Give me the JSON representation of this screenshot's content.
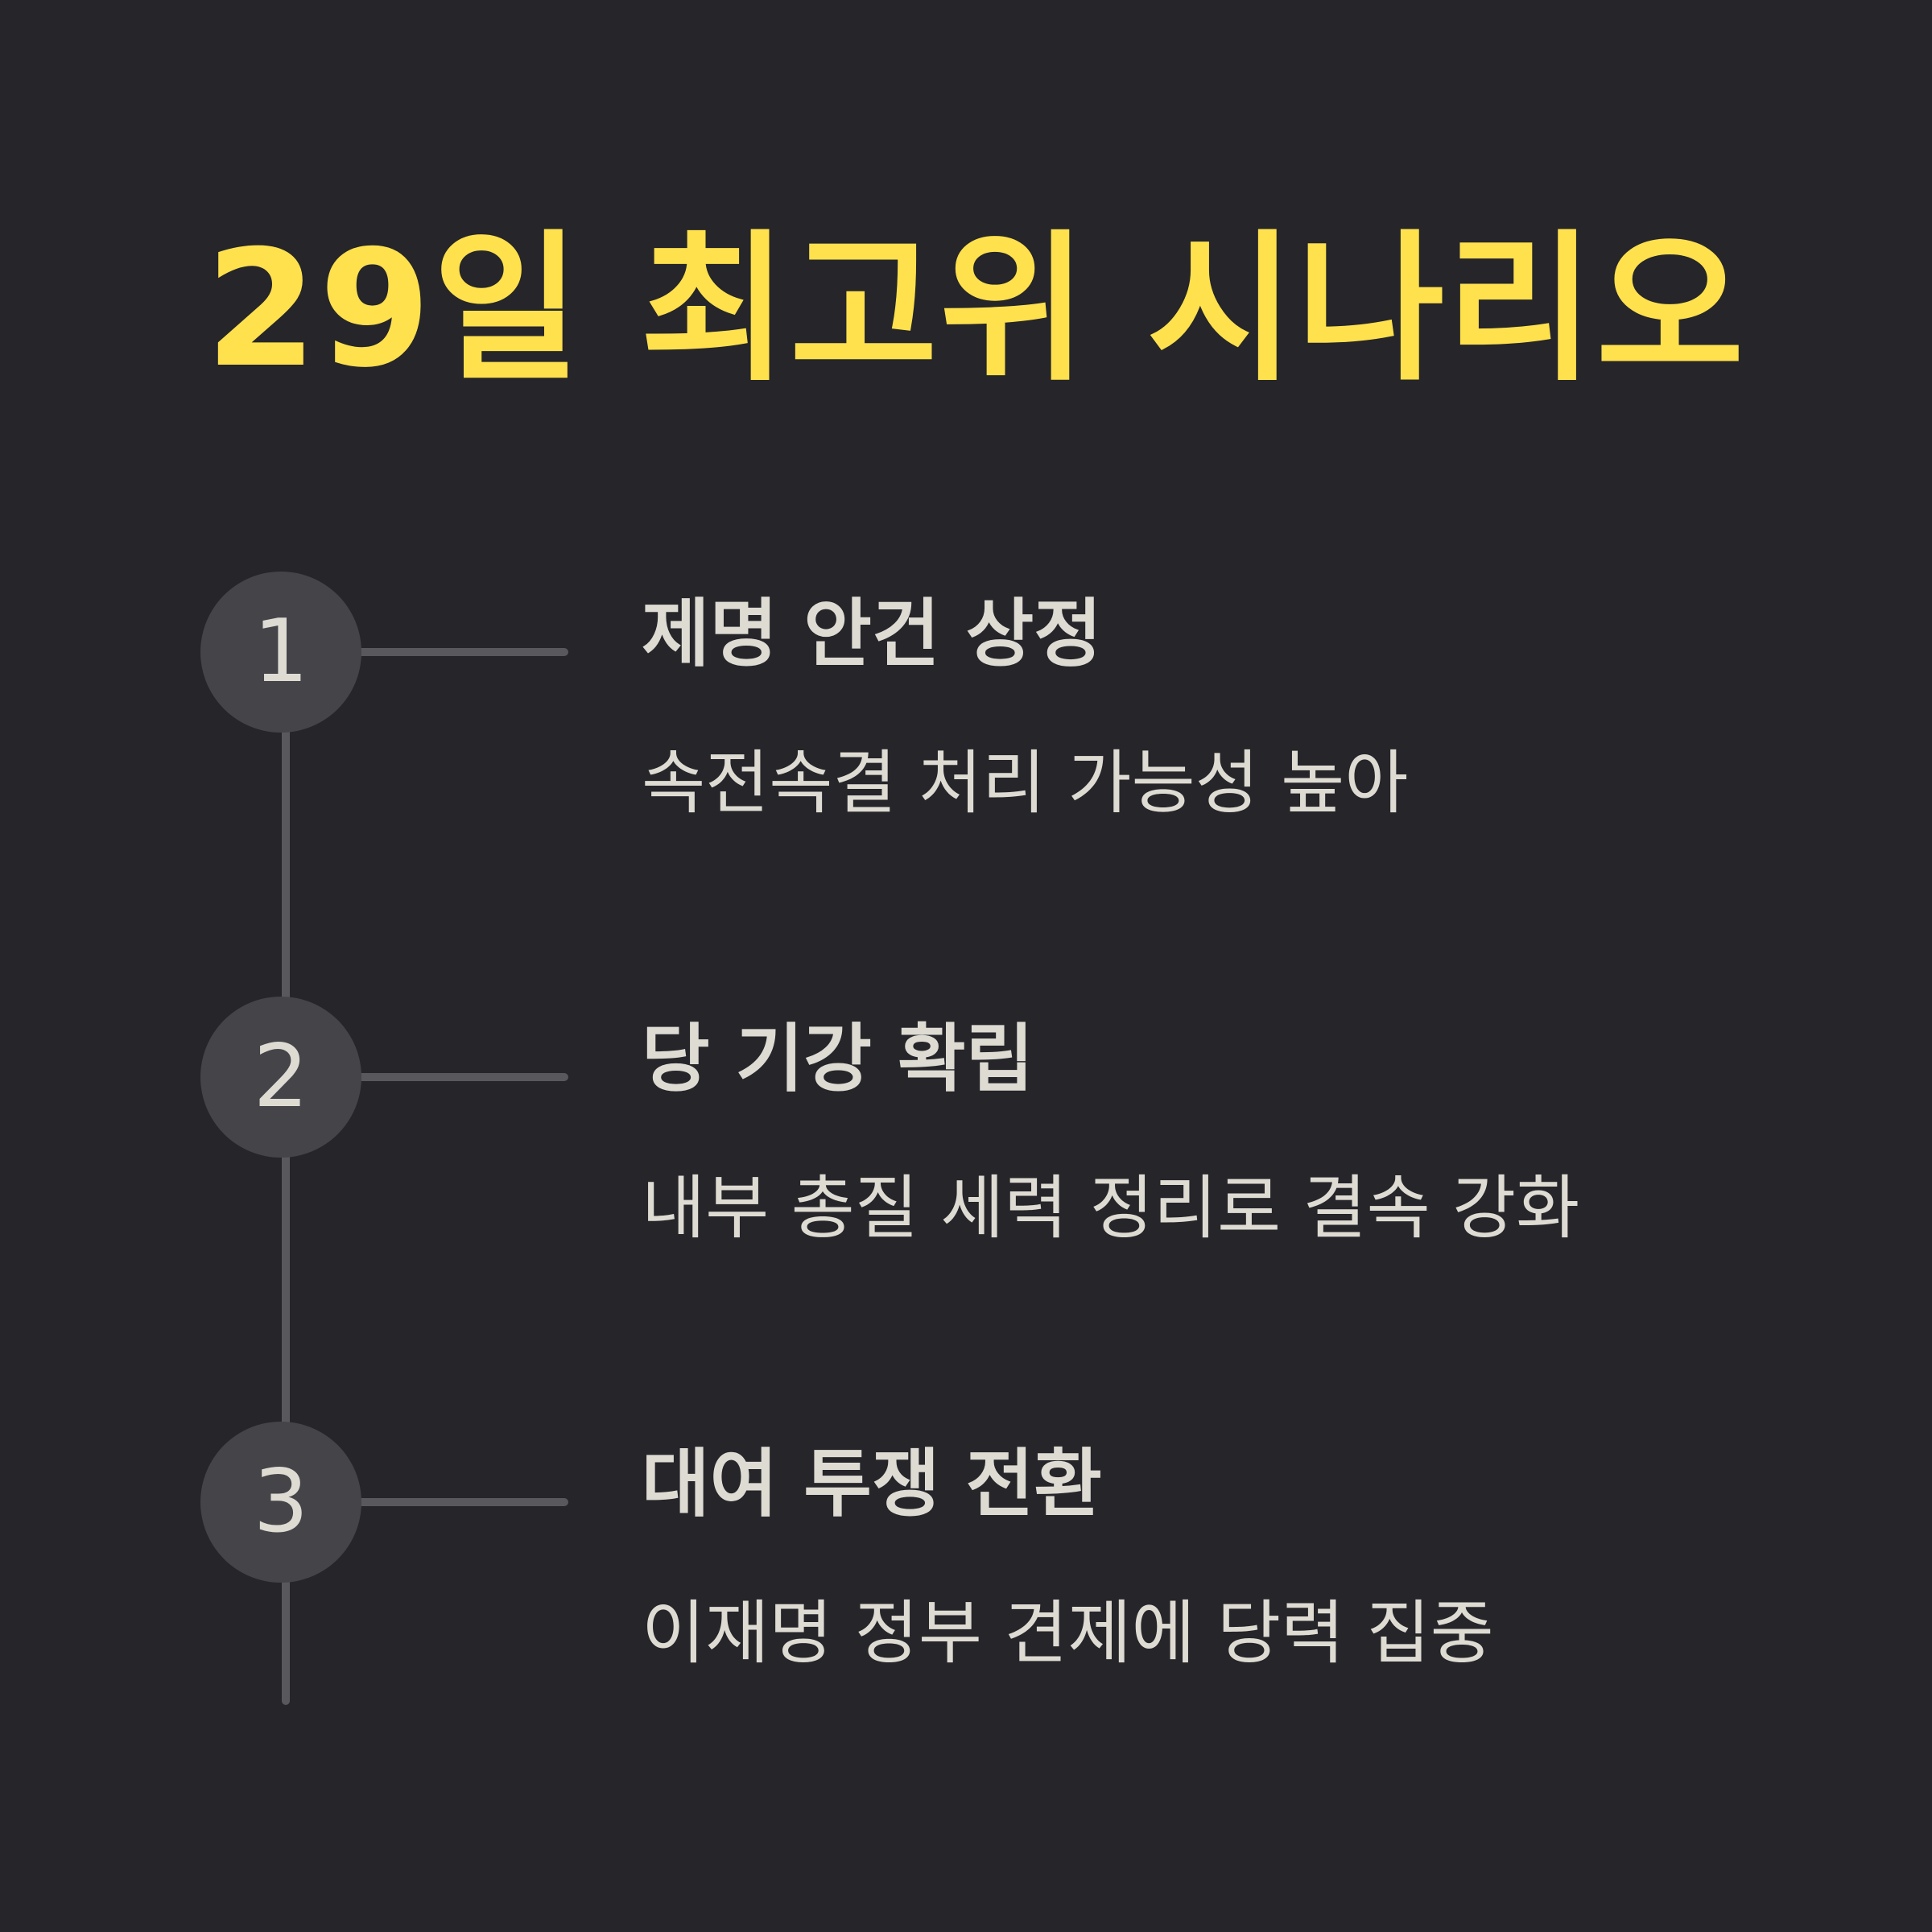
{
  "title": "29일 최고위 시나리오",
  "colors": {
    "background": "#25252a",
    "title": "#ffe14d",
    "text": "#dedbd3",
    "node": "#444449",
    "line": "#58585d"
  },
  "steps": [
    {
      "number": "1",
      "title": "제명 안건 상정",
      "description": "속전속결 처리 가능성 높아"
    },
    {
      "number": "2",
      "title": "당 기강 확립",
      "description": "내부 총질 세력 정리로 결속 강화"
    },
    {
      "number": "3",
      "title": "대여 투쟁 전환",
      "description": "이재명 정부 견제에 당력 집중"
    }
  ]
}
